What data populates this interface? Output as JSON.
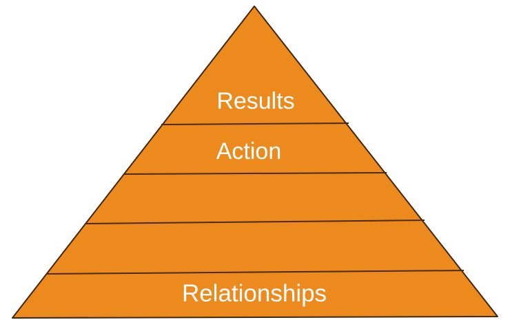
{
  "diagram": {
    "type": "pyramid",
    "levels": [
      {
        "label": "Results"
      },
      {
        "label": "Action"
      },
      {
        "label": ""
      },
      {
        "label": ""
      },
      {
        "label": "Relationships"
      }
    ],
    "colors": {
      "fill": "#ED8A1E",
      "outline": "#3F2708",
      "divider": "#4A2B06",
      "label_text": "#FFFFFF",
      "background": "#FFFFFF"
    }
  }
}
